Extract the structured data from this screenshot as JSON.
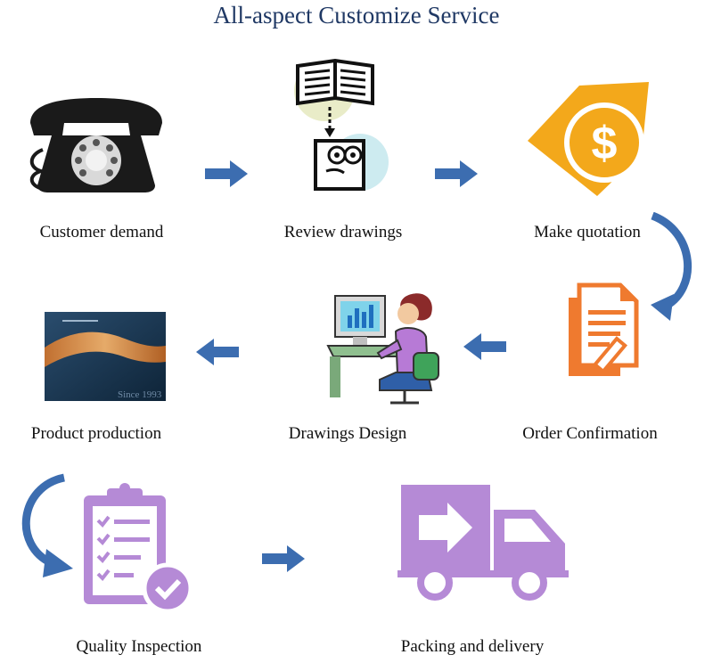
{
  "title": "All-aspect Customize Service",
  "steps": [
    {
      "label": "Customer demand",
      "icon": "telephone-icon"
    },
    {
      "label": "Review drawings",
      "icon": "book-review-icon"
    },
    {
      "label": "Make quotation",
      "icon": "dollar-coin-icon"
    },
    {
      "label": "Order Confirmation",
      "icon": "document-pen-icon"
    },
    {
      "label": "Drawings Design",
      "icon": "designer-computer-icon"
    },
    {
      "label": "Product production",
      "icon": "product-photo-icon"
    },
    {
      "label": "Quality Inspection",
      "icon": "clipboard-check-icon"
    },
    {
      "label": "Packing and delivery",
      "icon": "delivery-truck-icon"
    }
  ],
  "product_photo_text": [
    "Since 1993"
  ],
  "colors": {
    "title": "#1f3864",
    "arrow": "#3c6db0",
    "coin": "#f3a81b",
    "document": "#ef7a2f",
    "purple": "#b58ad6"
  }
}
